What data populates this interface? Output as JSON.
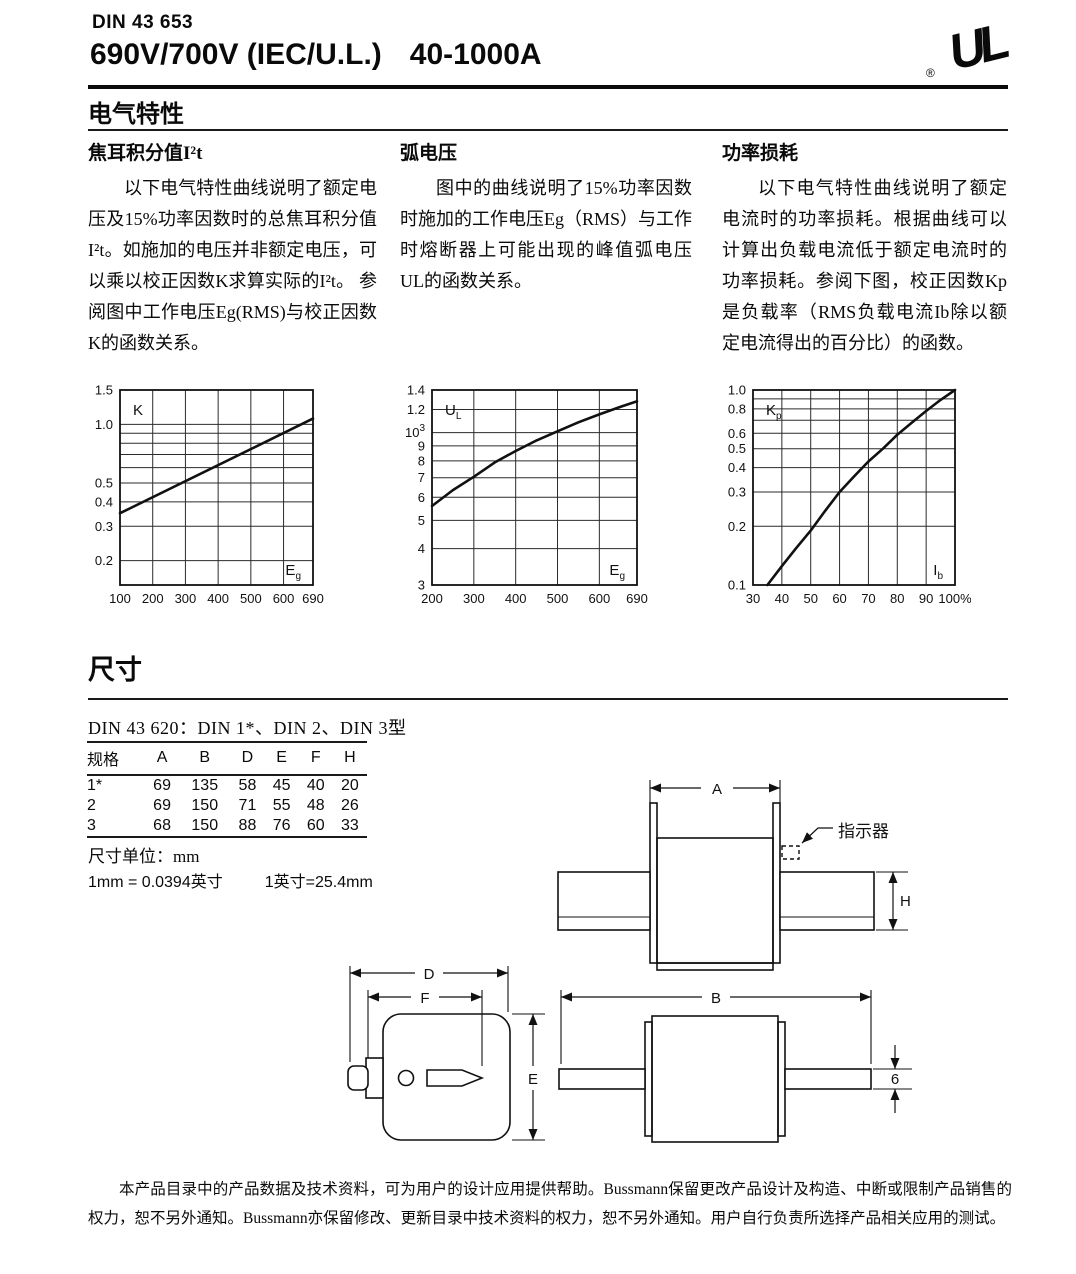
{
  "header": {
    "standard": "DIN 43 653",
    "title_left": "690V/700V (IEC/U.L.)",
    "title_right": "40-1000A",
    "ul_mark": "UL",
    "registered": "®"
  },
  "sections": {
    "electrical": {
      "title": "电气特性",
      "columns": [
        {
          "heading": "焦耳积分值I²t",
          "body": "以下电气特性曲线说明了额定电压及15%功率因数时的总焦耳积分值I²t。如施加的电压并非额定电压，可以乘以校正因数K求算实际的I²t。 参阅图中工作电压Eg(RMS)与校正因数K的函数关系。"
        },
        {
          "heading": "弧电压",
          "body": "图中的曲线说明了15%功率因数时施加的工作电压Eg（RMS）与工作时熔断器上可能出现的峰值弧电压UL的函数关系。"
        },
        {
          "heading": "功率损耗",
          "body": "以下电气特性曲线说明了额定电流时的功率损耗。根据曲线可以计算出负载电流低于额定电流时的功率损耗。参阅下图，校正因数Kp是负载率（RMS负载电流Ib除以额定电流得出的百分比）的函数。"
        }
      ]
    },
    "dimensions": {
      "title": "尺寸",
      "din_line": "DIN 43 620：DIN 1*、DIN 2、DIN 3型",
      "table": {
        "headers": [
          "规格",
          "A",
          "B",
          "D",
          "E",
          "F",
          "H"
        ],
        "rows": [
          [
            "1*",
            "69",
            "135",
            "58",
            "45",
            "40",
            "20"
          ],
          [
            "2",
            "69",
            "150",
            "71",
            "55",
            "48",
            "26"
          ],
          [
            "3",
            "68",
            "150",
            "88",
            "76",
            "60",
            "33"
          ]
        ]
      },
      "unit_note": "尺寸单位：mm",
      "conversion_mm": "1mm = 0.0394英寸",
      "conversion_inch": "1英寸=25.4mm"
    }
  },
  "drawings": {
    "labels": {
      "a": "A",
      "h": "H",
      "d": "D",
      "f": "F",
      "e": "E",
      "b": "B",
      "thickness": "6",
      "indicator": "指示器"
    }
  },
  "footer": {
    "text": "本产品目录中的产品数据及技术资料，可为用户的设计应用提供帮助。Bussmann保留更改产品设计及构造、中断或限制产品销售的权力，恕不另外通知。Bussmann亦保留修改、更新目录中技术资料的权力，恕不另外通知。用户自行负责所选择产品相关应用的测试。"
  },
  "chart_data": [
    {
      "type": "line",
      "xlabel": "Eg",
      "ylabel": "K",
      "x": {
        "scale": "linear",
        "min": 100,
        "max": 690,
        "gridlines": [
          100,
          200,
          300,
          400,
          500,
          600,
          690
        ],
        "tick_labels": [
          "100",
          "200",
          "300",
          "400",
          "500",
          "600",
          "690"
        ]
      },
      "y": {
        "scale": "log",
        "min": 0.15,
        "max": 1.5,
        "gridlines": [
          0.2,
          0.3,
          0.4,
          0.5,
          0.6,
          0.7,
          0.8,
          0.9,
          1.0,
          1.5
        ],
        "ticks": [
          {
            "v": 1.5,
            "label": "1.5"
          },
          {
            "v": 1.0,
            "label": "1.0"
          },
          {
            "v": 0.5,
            "label": "0.5"
          },
          {
            "v": 0.4,
            "label": "0.4"
          },
          {
            "v": 0.3,
            "label": "0.3"
          },
          {
            "v": 0.2,
            "label": "0.2"
          }
        ]
      },
      "series": [
        {
          "name": "K correction factor",
          "points": [
            [
              100,
              0.35
            ],
            [
              690,
              1.07
            ]
          ]
        }
      ],
      "label_inside_topleft": {
        "main": "K",
        "sub": ""
      },
      "label_inside_bottomright": {
        "main": "E",
        "sub": "g"
      }
    },
    {
      "type": "line",
      "xlabel": "Eg",
      "ylabel": "UL",
      "x": {
        "scale": "linear",
        "min": 200,
        "max": 690,
        "gridlines": [
          200,
          300,
          400,
          500,
          600,
          690
        ],
        "tick_labels": [
          "200",
          "300",
          "400",
          "500",
          "600",
          "690"
        ]
      },
      "y": {
        "scale": "log",
        "min": 300,
        "max": 1400,
        "gridlines": [
          300,
          400,
          500,
          600,
          700,
          800,
          900,
          1000,
          1200,
          1400
        ],
        "ticks": [
          {
            "v": 1400,
            "label": "1.4"
          },
          {
            "v": 1200,
            "label": "1.2"
          },
          {
            "v": 1000,
            "label": "10",
            "sup": "3"
          },
          {
            "v": 900,
            "label": "9"
          },
          {
            "v": 800,
            "label": "8"
          },
          {
            "v": 700,
            "label": "7"
          },
          {
            "v": 600,
            "label": "6"
          },
          {
            "v": 500,
            "label": "5"
          },
          {
            "v": 400,
            "label": "4"
          },
          {
            "v": 300,
            "label": "3"
          }
        ]
      },
      "series": [
        {
          "name": "peak arc voltage UL",
          "points": [
            [
              200,
              560
            ],
            [
              250,
              635
            ],
            [
              300,
              705
            ],
            [
              350,
              790
            ],
            [
              400,
              865
            ],
            [
              450,
              940
            ],
            [
              500,
              1010
            ],
            [
              550,
              1085
            ],
            [
              600,
              1155
            ],
            [
              650,
              1225
            ],
            [
              690,
              1280
            ]
          ]
        }
      ],
      "label_inside_topleft": {
        "main": "U",
        "sub": "L"
      },
      "label_inside_bottomright": {
        "main": "E",
        "sub": "g"
      }
    },
    {
      "type": "line",
      "xlabel": "Ib",
      "ylabel": "Kp",
      "x": {
        "scale": "linear",
        "min": 30,
        "max": 100,
        "gridlines": [
          30,
          40,
          50,
          60,
          70,
          80,
          90,
          100
        ],
        "tick_labels": [
          "30",
          "40",
          "50",
          "60",
          "70",
          "80",
          "90",
          "100%"
        ]
      },
      "y": {
        "scale": "log",
        "min": 0.1,
        "max": 1.0,
        "gridlines": [
          0.1,
          0.2,
          0.3,
          0.4,
          0.5,
          0.6,
          0.7,
          0.8,
          0.9,
          1.0
        ],
        "ticks": [
          {
            "v": 1.0,
            "label": "1.0"
          },
          {
            "v": 0.8,
            "label": "0.8"
          },
          {
            "v": 0.6,
            "label": "0.6"
          },
          {
            "v": 0.5,
            "label": "0.5"
          },
          {
            "v": 0.4,
            "label": "0.4"
          },
          {
            "v": 0.3,
            "label": "0.3"
          },
          {
            "v": 0.2,
            "label": "0.2"
          },
          {
            "v": 0.1,
            "label": "0.1"
          }
        ]
      },
      "series": [
        {
          "name": "power loss correction Kp",
          "points": [
            [
              35,
              0.1
            ],
            [
              40,
              0.125
            ],
            [
              45,
              0.155
            ],
            [
              50,
              0.19
            ],
            [
              55,
              0.24
            ],
            [
              60,
              0.3
            ],
            [
              65,
              0.36
            ],
            [
              70,
              0.43
            ],
            [
              75,
              0.5
            ],
            [
              80,
              0.59
            ],
            [
              85,
              0.68
            ],
            [
              90,
              0.78
            ],
            [
              95,
              0.89
            ],
            [
              100,
              1.0
            ]
          ]
        }
      ],
      "label_inside_topleft": {
        "main": "K",
        "sub": "p"
      },
      "label_inside_bottomright": {
        "main": "I",
        "sub": "b"
      }
    }
  ]
}
